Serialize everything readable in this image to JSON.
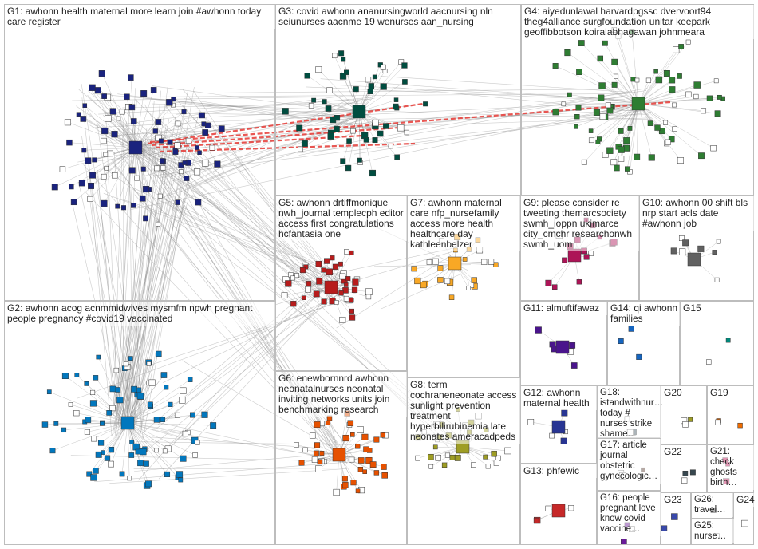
{
  "groups": [
    {
      "id": "G1",
      "label": "G1: awhonn health maternal more learn join #awhonn today care register",
      "color": "#1a237e"
    },
    {
      "id": "G2",
      "label": "G2: awhonn acog acnmmidwives mysmfm npwh pregnant people pregnancy #covid19 vaccinated",
      "color": "#0277bd"
    },
    {
      "id": "G3",
      "label": "G3: covid awhonn ananursingworld aacnursing nln seiunurses aacnme 19 wenurses aan_nursing",
      "color": "#004d40"
    },
    {
      "id": "G4",
      "label": "G4: aiyedunlawal harvardpgssc dvervoort94 theg4alliance surgfoundation unitar keepark geoffibbotson koiralabhagawan johnmeara",
      "color": "#2e7d32"
    },
    {
      "id": "G5",
      "label": "G5: awhonn drtiffmonique nwh_journal templecph editor access first congratulations hcfantasia one",
      "color": "#b71c1c"
    },
    {
      "id": "G6",
      "label": "G6: enewbornnrd awhonn neonatalnurses neonatal inviting networks units join benchmarking research",
      "color": "#e65100"
    },
    {
      "id": "G7",
      "label": "G7: awhonn maternal care nfp_nursefamily access more health healthcare day kathleenbelzer",
      "color": "#f9a825"
    },
    {
      "id": "G8",
      "label": "G8: term cochraneneonate access sunlight prevention treatment hyperbilirubinemia late neonates ameracadpeds",
      "color": "#9e9d24"
    },
    {
      "id": "G9",
      "label": "G9: please consider re tweeting themarcsociety swmh_ioppn ukimarce city_cmchr researchonwh swmh_uom",
      "color": "#ad1457"
    },
    {
      "id": "G10",
      "label": "G10: awhonn 00 shift bls nrp start acls date #awhonn job",
      "color": "#616161"
    },
    {
      "id": "G11",
      "label": "G11: almuftifawaz",
      "color": "#4a148c"
    },
    {
      "id": "G12",
      "label": "G12: awhonn maternal health",
      "color": "#283593"
    },
    {
      "id": "G13",
      "label": "G13: phfewic",
      "color": "#c62828"
    },
    {
      "id": "G14",
      "label": "G14: qi awhonn families",
      "color": "#1565c0"
    },
    {
      "id": "G15",
      "label": "G15",
      "color": "#00897b"
    },
    {
      "id": "G16",
      "label": "G16: people pregnant love know covid vaccine…",
      "color": "#6a1b9a"
    },
    {
      "id": "G17",
      "label": "G17: article journal obstetric gynecologic…",
      "color": "#5d4037"
    },
    {
      "id": "G18",
      "label": "G18: istandwithnur… today # nurses strike shame…",
      "color": "#455a64"
    },
    {
      "id": "G19",
      "label": "G19",
      "color": "#ef6c00"
    },
    {
      "id": "G20",
      "label": "G20",
      "color": "#9e9d24"
    },
    {
      "id": "G21",
      "label": "G21: check ghosts birth…",
      "color": "#c2185b"
    },
    {
      "id": "G22",
      "label": "G22",
      "color": "#37474f"
    },
    {
      "id": "G23",
      "label": "G23",
      "color": "#3949ab"
    },
    {
      "id": "G24",
      "label": "G24",
      "color": "#455a64"
    },
    {
      "id": "G25",
      "label": "G25: nurse…",
      "color": "#424242"
    },
    {
      "id": "G26",
      "label": "G26: travel…",
      "color": "#424242"
    }
  ]
}
